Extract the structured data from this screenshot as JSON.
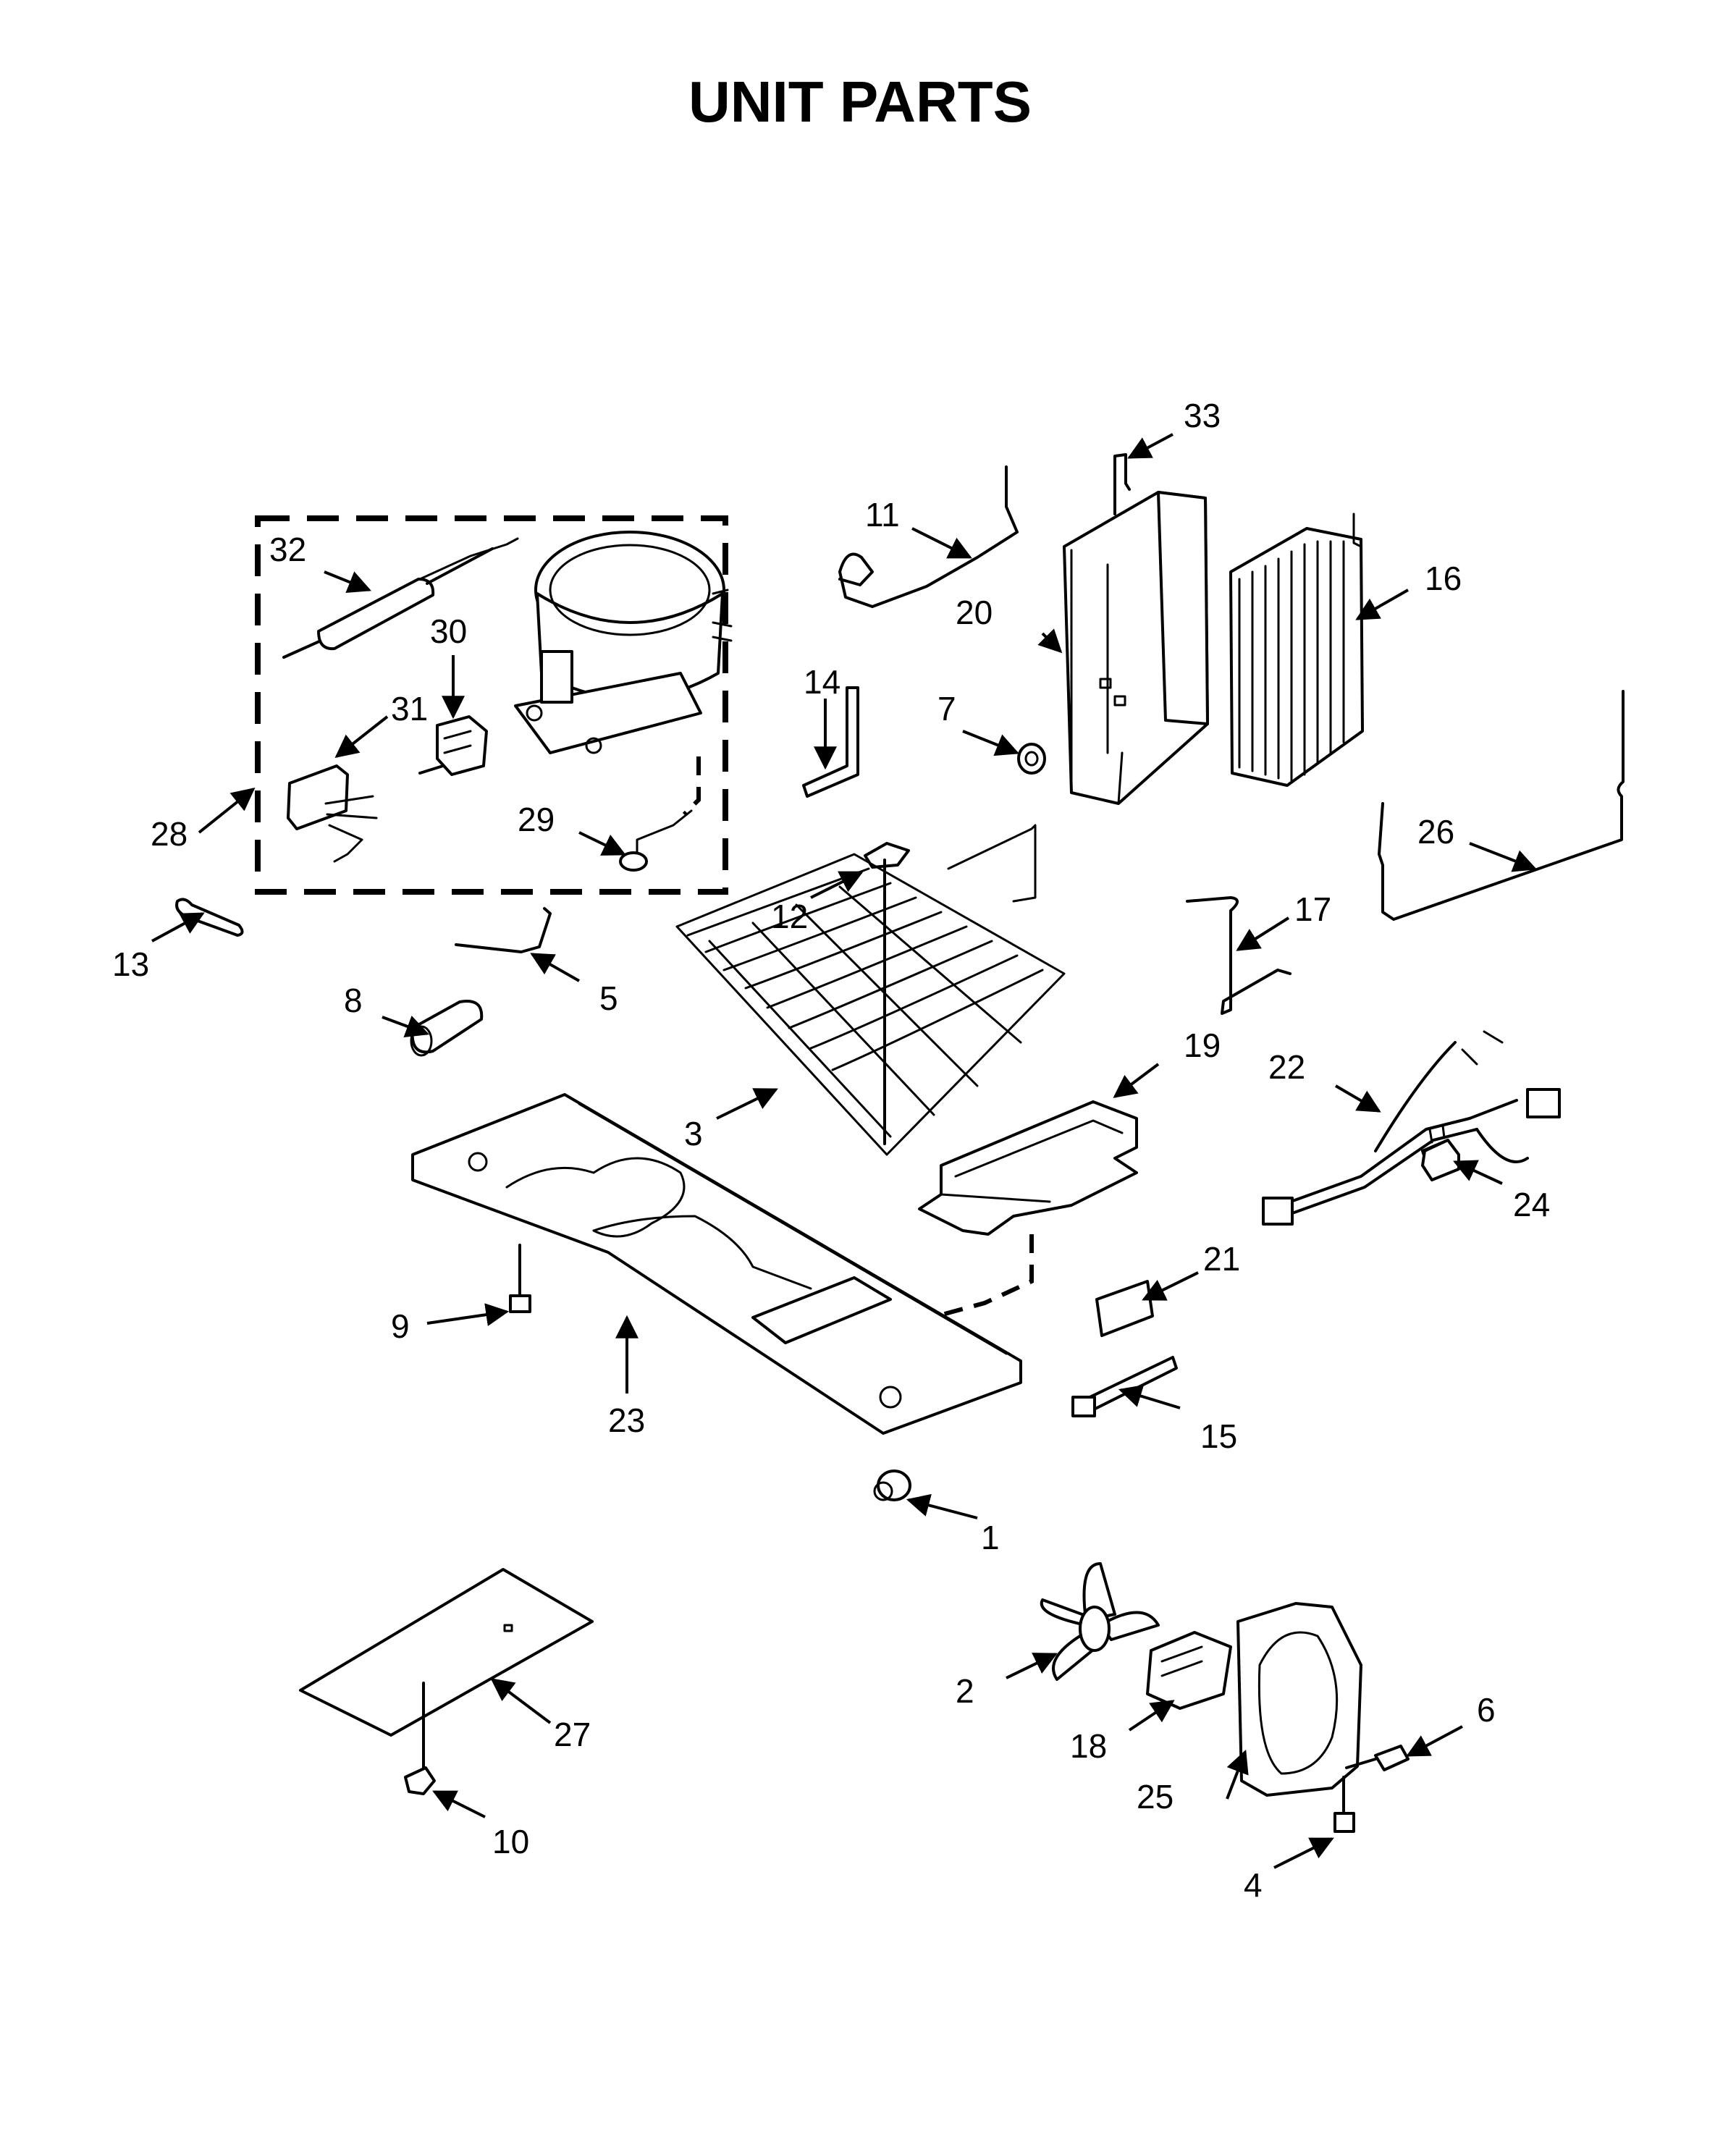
{
  "title": "UNIT PARTS",
  "callouts": [
    {
      "id": "1",
      "label": "1"
    },
    {
      "id": "2",
      "label": "2"
    },
    {
      "id": "3",
      "label": "3"
    },
    {
      "id": "4",
      "label": "4"
    },
    {
      "id": "5",
      "label": "5"
    },
    {
      "id": "6",
      "label": "6"
    },
    {
      "id": "7",
      "label": "7"
    },
    {
      "id": "8",
      "label": "8"
    },
    {
      "id": "9",
      "label": "9"
    },
    {
      "id": "10",
      "label": "10"
    },
    {
      "id": "11",
      "label": "11"
    },
    {
      "id": "12",
      "label": "12"
    },
    {
      "id": "13",
      "label": "13"
    },
    {
      "id": "14",
      "label": "14"
    },
    {
      "id": "15",
      "label": "15"
    },
    {
      "id": "16",
      "label": "16"
    },
    {
      "id": "17",
      "label": "17"
    },
    {
      "id": "18",
      "label": "18"
    },
    {
      "id": "19",
      "label": "19"
    },
    {
      "id": "20",
      "label": "20"
    },
    {
      "id": "21",
      "label": "21"
    },
    {
      "id": "22",
      "label": "22"
    },
    {
      "id": "23",
      "label": "23"
    },
    {
      "id": "24",
      "label": "24"
    },
    {
      "id": "25",
      "label": "25"
    },
    {
      "id": "26",
      "label": "26"
    },
    {
      "id": "27",
      "label": "27"
    },
    {
      "id": "28",
      "label": "28"
    },
    {
      "id": "29",
      "label": "29"
    },
    {
      "id": "30",
      "label": "30"
    },
    {
      "id": "31",
      "label": "31"
    },
    {
      "id": "32",
      "label": "32"
    },
    {
      "id": "33",
      "label": "33"
    }
  ]
}
